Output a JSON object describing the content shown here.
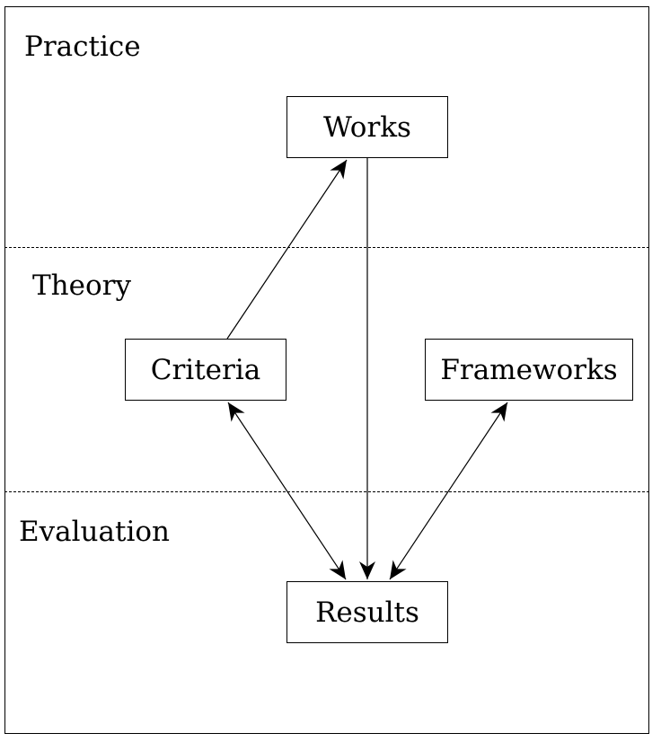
{
  "layers": {
    "practice": "Practice",
    "theory": "Theory",
    "evaluation": "Evaluation"
  },
  "nodes": {
    "works": "Works",
    "criteria": "Criteria",
    "frameworks": "Frameworks",
    "results": "Results"
  },
  "colors": {
    "line": "#000000",
    "background": "#ffffff"
  }
}
